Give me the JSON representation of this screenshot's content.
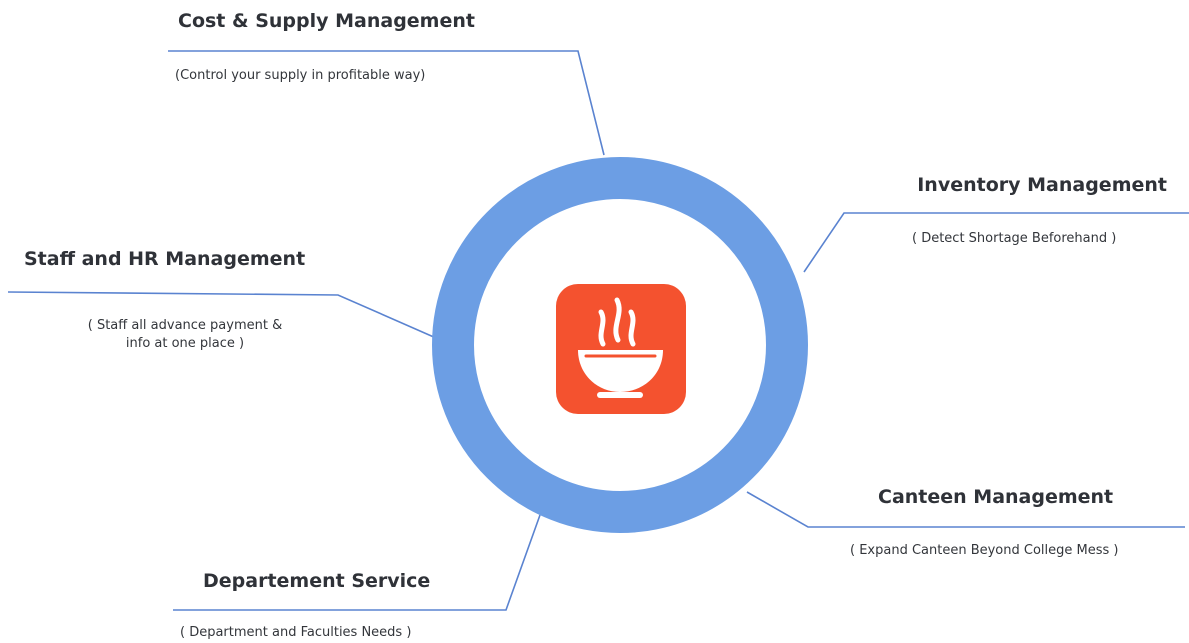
{
  "colors": {
    "ring": "#6c9ee4",
    "line": "#5a83d0",
    "logo_bg": "#f4522f",
    "logo_fg": "#ffffff"
  },
  "center_icon": "steaming-bowl-icon",
  "nodes": [
    {
      "title": "Cost & Supply Management",
      "subtitle": "(Control your supply in profitable way)"
    },
    {
      "title": "Inventory Management",
      "subtitle": "( Detect Shortage Beforehand )"
    },
    {
      "title": "Staff and HR Management",
      "subtitle_line1": "( Staff all advance payment &",
      "subtitle_line2": "info at one place )"
    },
    {
      "title": "Canteen Management",
      "subtitle": "( Expand Canteen Beyond College Mess )"
    },
    {
      "title": "Departement Service",
      "subtitle": "( Department and Faculties Needs )"
    }
  ]
}
